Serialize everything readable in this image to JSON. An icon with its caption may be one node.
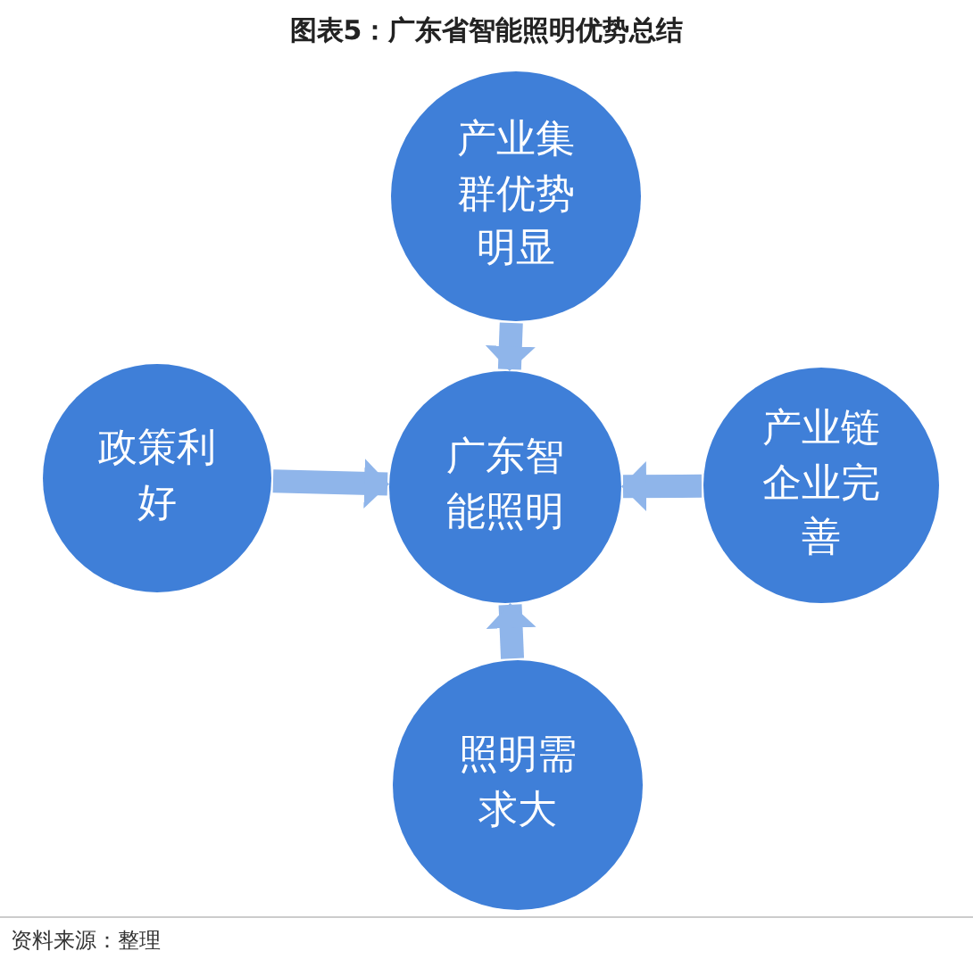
{
  "diagram": {
    "title": "图表5：广东省智能照明优势总结",
    "nodes": [
      {
        "text": [
          "产业集群优势明显"
        ]
      },
      {
        "text": [
          "政策利好"
        ]
      },
      {
        "text": [
          "广东智能照明"
        ]
      },
      {
        "text": [
          "产业链企业完善"
        ]
      },
      {
        "text": [
          "照明需求大"
        ]
      }
    ],
    "edges": [
      {
        "from": 0,
        "to": 2,
        "arrow": "to"
      },
      {
        "from": 1,
        "to": 2,
        "arrow": "to"
      },
      {
        "from": 3,
        "to": 2,
        "arrow": "to"
      },
      {
        "from": 4,
        "to": 2,
        "arrow": "to"
      }
    ],
    "labels": [
      "资料来源：整理"
    ]
  }
}
